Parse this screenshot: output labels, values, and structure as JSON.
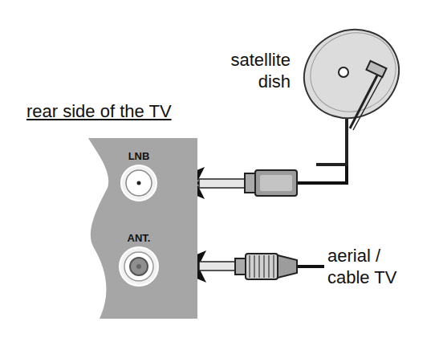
{
  "diagram": {
    "nodes": [
      {
        "text": [
          "rear side of the TV"
        ]
      },
      {
        "text": [
          "LNB"
        ],
        "in": 0
      },
      {
        "text": [
          "ANT."
        ],
        "in": 0
      },
      {
        "text": [
          "satellite dish"
        ]
      },
      {
        "text": [
          "aerial / cable TV"
        ]
      }
    ],
    "edges": [
      {
        "from": 3,
        "to": 1,
        "arrow": "to"
      },
      {
        "from": 4,
        "to": 2,
        "arrow": "to"
      }
    ]
  }
}
